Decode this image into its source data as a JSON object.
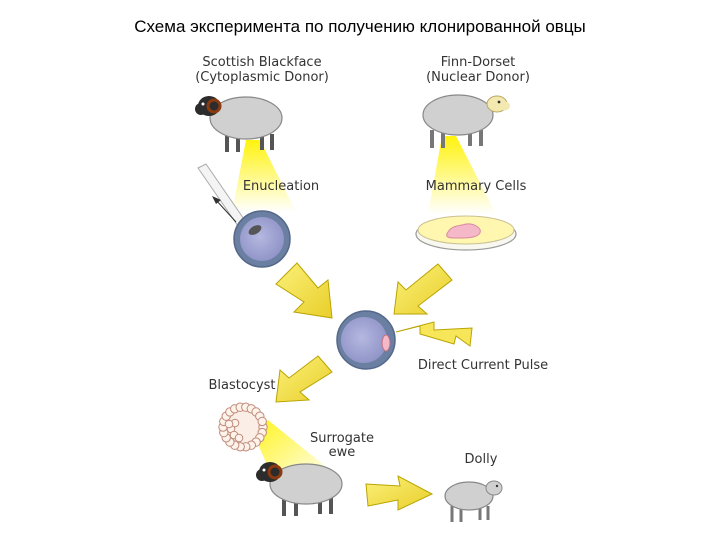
{
  "title": "Схема эксперимента по получению клонированной овцы",
  "labels": {
    "cytoplasmic_donor_name": "Scottish Blackface",
    "cytoplasmic_donor_role": "(Cytoplasmic Donor)",
    "nuclear_donor_name": "Finn-Dorset",
    "nuclear_donor_role": "(Nuclear Donor)",
    "enucleation": "Enucleation",
    "mammary_cells": "Mammary Cells",
    "direct_current_pulse": "Direct Current Pulse",
    "blastocyst": "Blastocyst",
    "surrogate_line1": "Surrogate",
    "surrogate_line2": "ewe",
    "dolly": "Dolly"
  },
  "colors": {
    "arrow_fill": "#f3e35a",
    "arrow_stroke": "#b9a400",
    "beam": "#fff200",
    "sheep_body": "#d0d0d0",
    "black_face": "#2c2c2c",
    "horn": "#8a3a10",
    "cell_outer": "#6a7fa2",
    "cell_inner": "#a9acd6",
    "petri_medium": "#fff6b0",
    "tissue": "#f4b8c8"
  }
}
